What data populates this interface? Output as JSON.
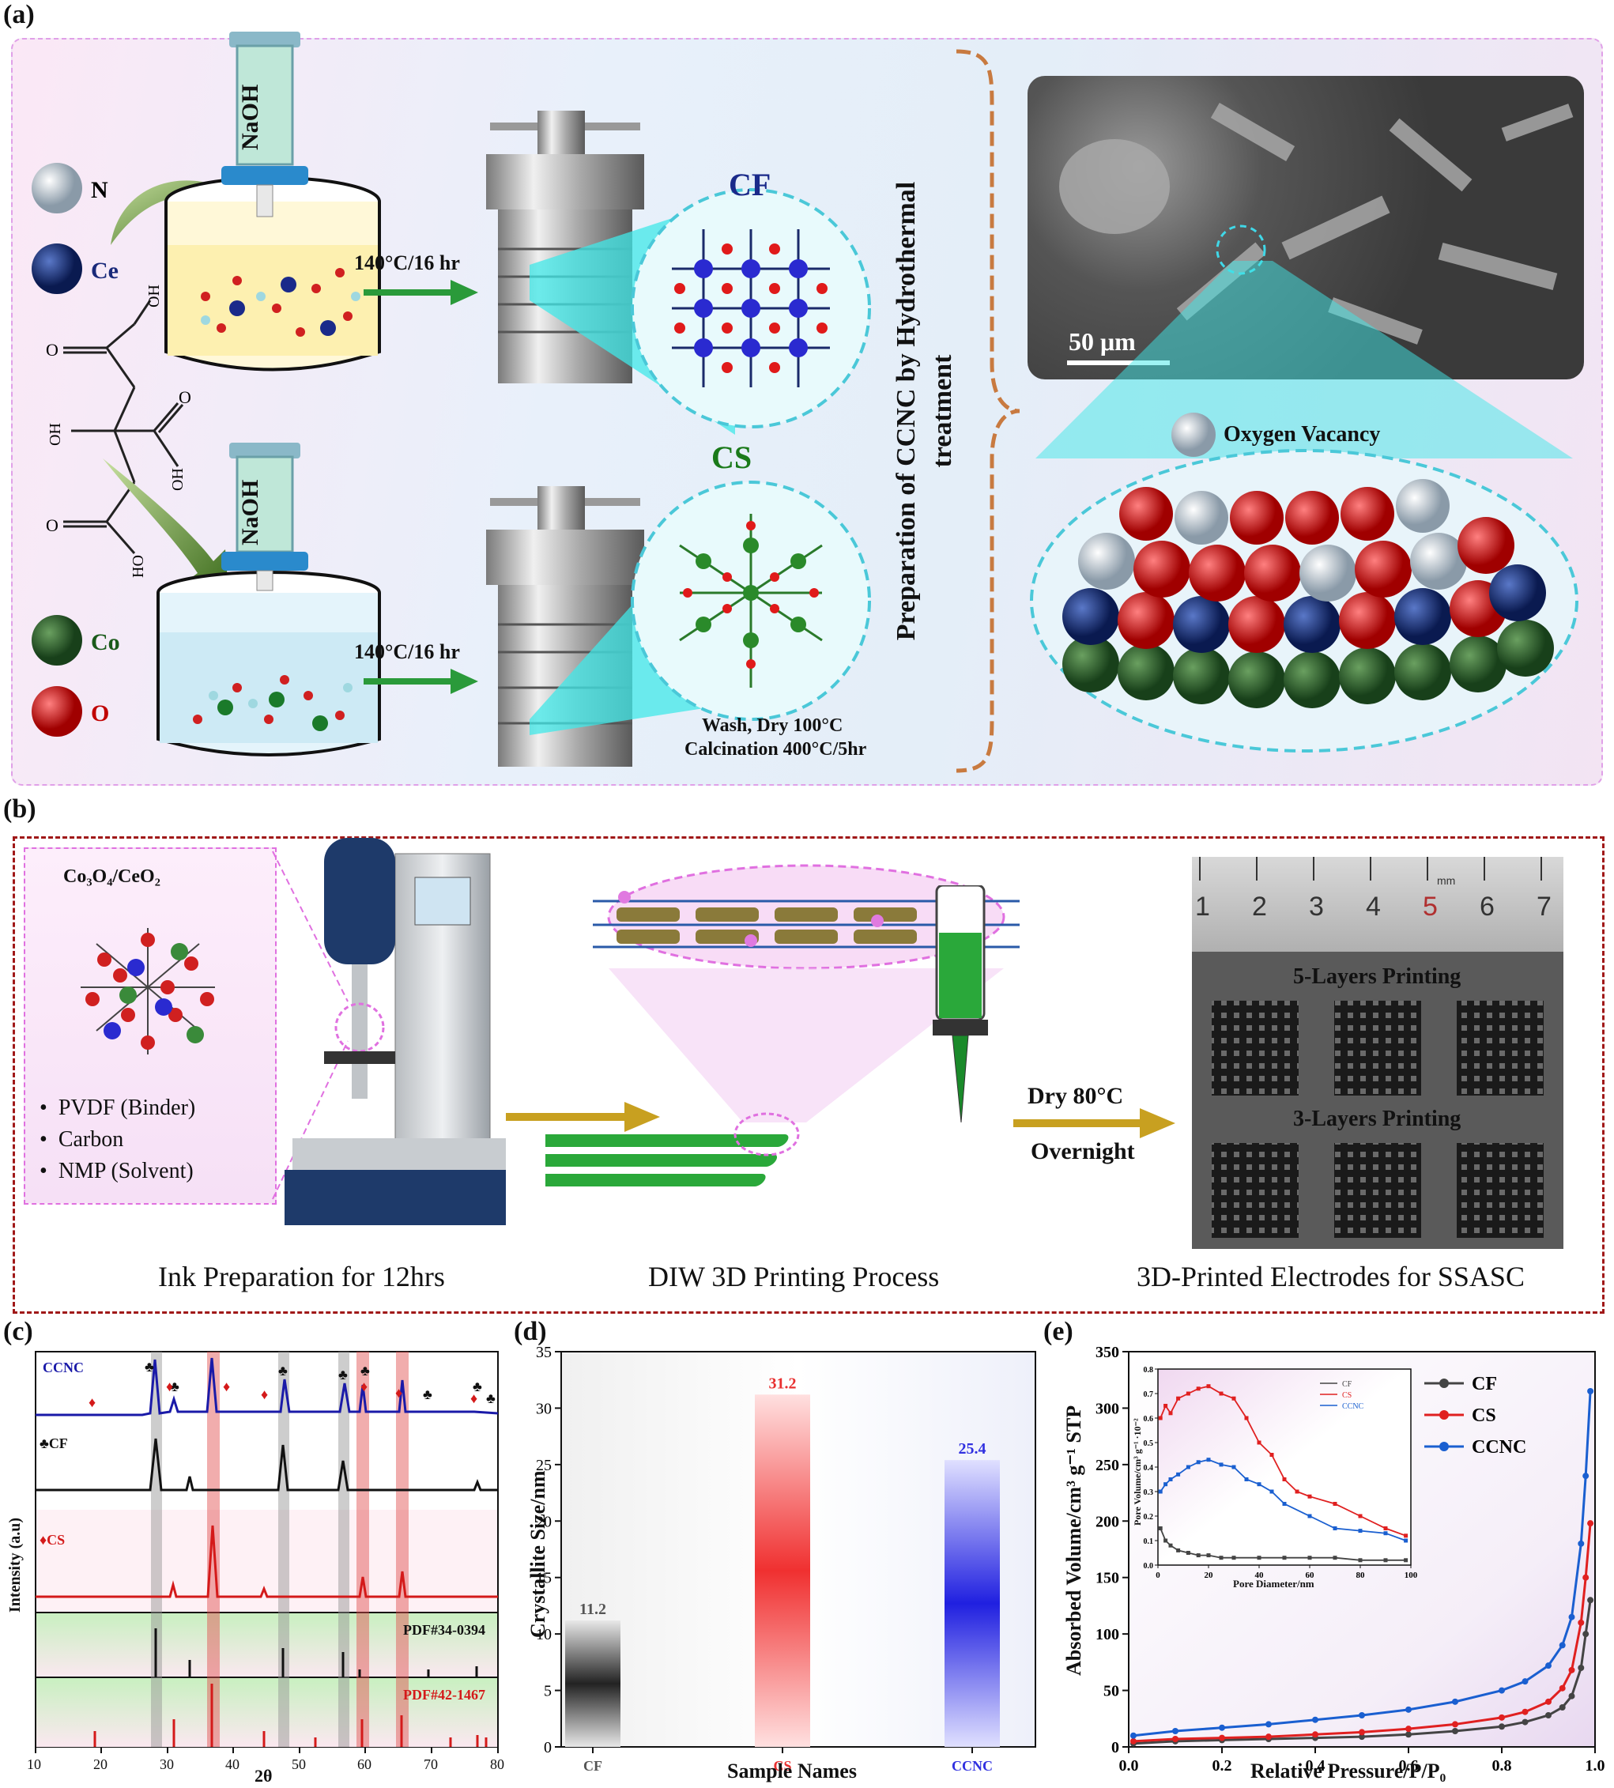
{
  "panel_a": {
    "label": "(a)",
    "legend": {
      "n": "N",
      "ce": "Ce",
      "co": "Co",
      "o": "O"
    },
    "naoh": "NaOH",
    "condition": "140°C/16 hr",
    "cf": "CF",
    "cs": "CS",
    "wash": "Wash, Dry 100°C",
    "calcination": "Calcination 400°C/5hr",
    "title": "Preparation of CCNC by Hydrothermal",
    "title_line2": "treatment",
    "scale_bar": "50 μm",
    "oxygen_vacancy": "Oxygen Vacancy",
    "citric": {
      "oh": "OH",
      "ho": "HO",
      "o": "O"
    }
  },
  "panel_b": {
    "label": "(b)",
    "ink_title": "Co₃O₄/CeO₂",
    "ink_items": [
      "PVDF (Binder)",
      "Carbon",
      "NMP (Solvent)"
    ],
    "caption_ink": "Ink Preparation for 12hrs",
    "caption_diw": "DIW 3D Printing Process",
    "caption_electrodes": "3D-Printed Electrodes for SSASC",
    "dry_line1": "Dry 80°C",
    "dry_line2": "Overnight",
    "layers5": "5-Layers Printing",
    "layers3": "3-Layers Printing",
    "ruler_numbers": [
      "1",
      "2",
      "3",
      "4",
      "5",
      "6",
      "7"
    ],
    "ruler_unit": "mm"
  },
  "panel_c": {
    "label": "(c)",
    "ylabel": "Intensity (a.u)",
    "xlabel": "2θ",
    "xticks": [
      "10",
      "20",
      "30",
      "40",
      "50",
      "60",
      "70",
      "80"
    ],
    "series": {
      "ccnc": "CCNC",
      "cf": "♣CF",
      "cs": "♦CS"
    },
    "pdf1": "PDF#34-0394",
    "pdf2": "PDF#42-1467",
    "colors": {
      "ccnc": "#1a1aa8",
      "cf": "#111111",
      "cs": "#d41a1a"
    }
  },
  "chart_data": [
    {
      "type": "bar",
      "panel": "(d)",
      "categories": [
        "CF",
        "CS",
        "CCNC"
      ],
      "values": [
        11.2,
        31.2,
        25.4
      ],
      "data_labels": [
        "11.2",
        "31.2",
        "25.4"
      ],
      "xlabel": "Sample Names",
      "ylabel": "Crystallite Size/nm",
      "ylim": [
        0,
        35
      ],
      "yticks": [
        "0",
        "5",
        "10",
        "15",
        "20",
        "25",
        "30",
        "35"
      ],
      "colors": [
        "#555555",
        "#e83030",
        "#3030e0"
      ]
    },
    {
      "type": "line",
      "panel": "(e)",
      "xlabel": "Relative Pressure/P/P₀",
      "ylabel": "Absorbed Volume/cm³ g⁻¹ STP",
      "xlim": [
        0.0,
        1.0
      ],
      "ylim": [
        0,
        350
      ],
      "xticks": [
        "0.0",
        "0.2",
        "0.4",
        "0.6",
        "0.8",
        "1.0"
      ],
      "yticks": [
        "0",
        "50",
        "100",
        "150",
        "200",
        "250",
        "300",
        "350"
      ],
      "legend_position": "top-right",
      "series": [
        {
          "name": "CF",
          "color": "#444444",
          "x": [
            0.01,
            0.1,
            0.2,
            0.3,
            0.4,
            0.5,
            0.6,
            0.7,
            0.8,
            0.85,
            0.9,
            0.93,
            0.95,
            0.97,
            0.98,
            0.99
          ],
          "y": [
            3,
            5,
            6,
            7,
            8,
            9,
            11,
            14,
            18,
            22,
            28,
            35,
            45,
            70,
            100,
            130
          ]
        },
        {
          "name": "CS",
          "color": "#e02020",
          "x": [
            0.01,
            0.1,
            0.2,
            0.3,
            0.4,
            0.5,
            0.6,
            0.7,
            0.8,
            0.85,
            0.9,
            0.93,
            0.95,
            0.97,
            0.98,
            0.99
          ],
          "y": [
            5,
            7,
            8,
            9,
            11,
            13,
            16,
            20,
            26,
            31,
            40,
            52,
            68,
            110,
            150,
            198
          ]
        },
        {
          "name": "CCNC",
          "color": "#1a5fd0",
          "x": [
            0.01,
            0.1,
            0.2,
            0.3,
            0.4,
            0.5,
            0.6,
            0.7,
            0.8,
            0.85,
            0.9,
            0.93,
            0.95,
            0.97,
            0.98,
            0.99
          ],
          "y": [
            10,
            14,
            17,
            20,
            24,
            28,
            33,
            40,
            50,
            58,
            72,
            90,
            115,
            180,
            240,
            315
          ]
        }
      ],
      "inset": {
        "xlabel": "Pore Diameter/nm",
        "ylabel": "Pore Volume/cm³ g⁻¹ ·10⁻²",
        "xlim": [
          0,
          100
        ],
        "ylim": [
          0.0,
          0.8
        ],
        "xticks": [
          "0",
          "20",
          "40",
          "60",
          "80",
          "100"
        ],
        "yticks": [
          "0.0",
          "0.1",
          "0.2",
          "0.3",
          "0.4",
          "0.5",
          "0.6",
          "0.7",
          "0.8"
        ],
        "series": [
          {
            "name": "CF",
            "color": "#444444",
            "x": [
              1,
              3,
              5,
              8,
              12,
              16,
              20,
              25,
              30,
              40,
              50,
              60,
              70,
              80,
              90,
              98
            ],
            "y": [
              0.15,
              0.1,
              0.08,
              0.06,
              0.05,
              0.04,
              0.04,
              0.03,
              0.03,
              0.03,
              0.03,
              0.03,
              0.03,
              0.02,
              0.02,
              0.02
            ]
          },
          {
            "name": "CS",
            "color": "#e02020",
            "x": [
              1,
              3,
              5,
              8,
              12,
              16,
              20,
              25,
              30,
              35,
              40,
              45,
              50,
              55,
              60,
              70,
              80,
              90,
              98
            ],
            "y": [
              0.6,
              0.65,
              0.62,
              0.68,
              0.7,
              0.72,
              0.73,
              0.7,
              0.68,
              0.6,
              0.5,
              0.45,
              0.35,
              0.3,
              0.28,
              0.25,
              0.2,
              0.15,
              0.12
            ]
          },
          {
            "name": "CCNC",
            "color": "#1a5fd0",
            "x": [
              1,
              3,
              5,
              8,
              12,
              16,
              20,
              25,
              30,
              35,
              40,
              45,
              50,
              60,
              70,
              80,
              90,
              98
            ],
            "y": [
              0.3,
              0.33,
              0.35,
              0.37,
              0.4,
              0.42,
              0.43,
              0.41,
              0.4,
              0.35,
              0.33,
              0.3,
              0.25,
              0.2,
              0.15,
              0.14,
              0.13,
              0.1
            ]
          }
        ]
      }
    }
  ]
}
